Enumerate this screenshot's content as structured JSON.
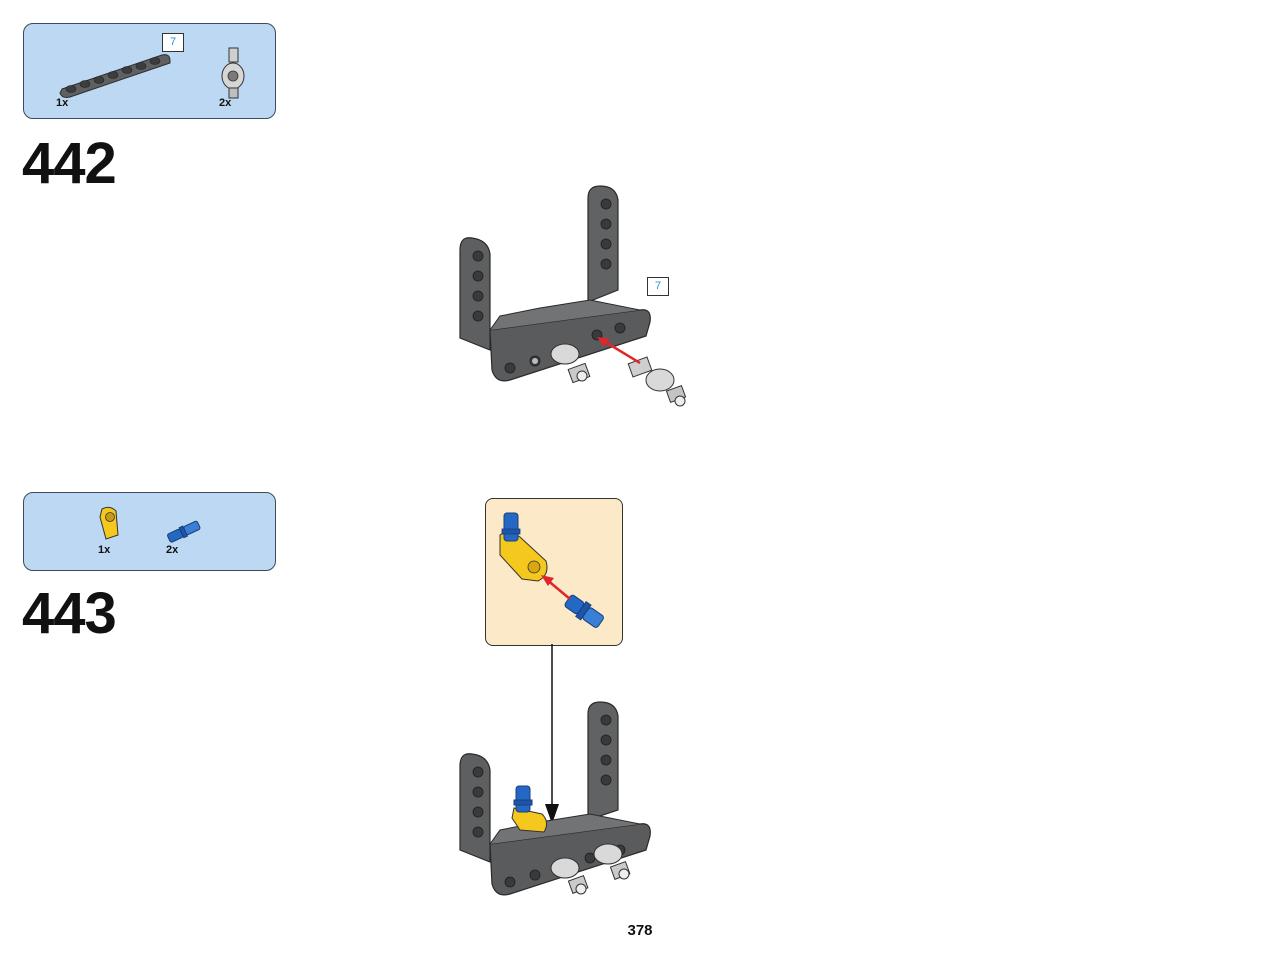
{
  "steps": [
    {
      "number": "442",
      "parts": [
        {
          "name": "gray-beam",
          "qty": "1x",
          "length_label": "7"
        },
        {
          "name": "gray-connector",
          "qty": "2x"
        }
      ],
      "assembly_length_label": "7"
    },
    {
      "number": "443",
      "parts": [
        {
          "name": "yellow-angle-connector",
          "qty": "1x"
        },
        {
          "name": "blue-pin",
          "qty": "2x"
        }
      ]
    }
  ],
  "page_number": "378",
  "colors": {
    "parts_panel": "#bcd8f3",
    "callout": "#fbe9c7",
    "beam_gray": "#5f6062",
    "arrow_red": "#e0252b",
    "pin_blue": "#2468c4",
    "connector_yellow": "#f4c81c"
  }
}
